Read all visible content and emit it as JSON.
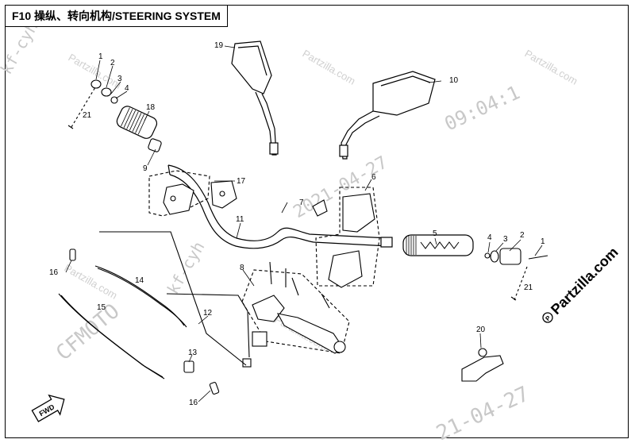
{
  "title": "F10 操纵、转向机构/STEERING SYSTEM",
  "callouts": [
    "1",
    "2",
    "3",
    "4",
    "18",
    "21",
    "9",
    "19",
    "17",
    "11",
    "10",
    "7",
    "6",
    "5",
    "4",
    "3",
    "2",
    "1",
    "21",
    "16",
    "14",
    "15",
    "8",
    "12",
    "13",
    "16",
    "20"
  ],
  "watermarks": {
    "site": "Partzilla.com",
    "brand": "CFMOTO",
    "user": "kf-cyh",
    "date": "2021-04-27",
    "time": "09:04:1",
    "site_big": "Partzilla.com",
    "date_corner": "21-04-27",
    "user2": "kf-cyh"
  },
  "fwd_label": "FWD"
}
